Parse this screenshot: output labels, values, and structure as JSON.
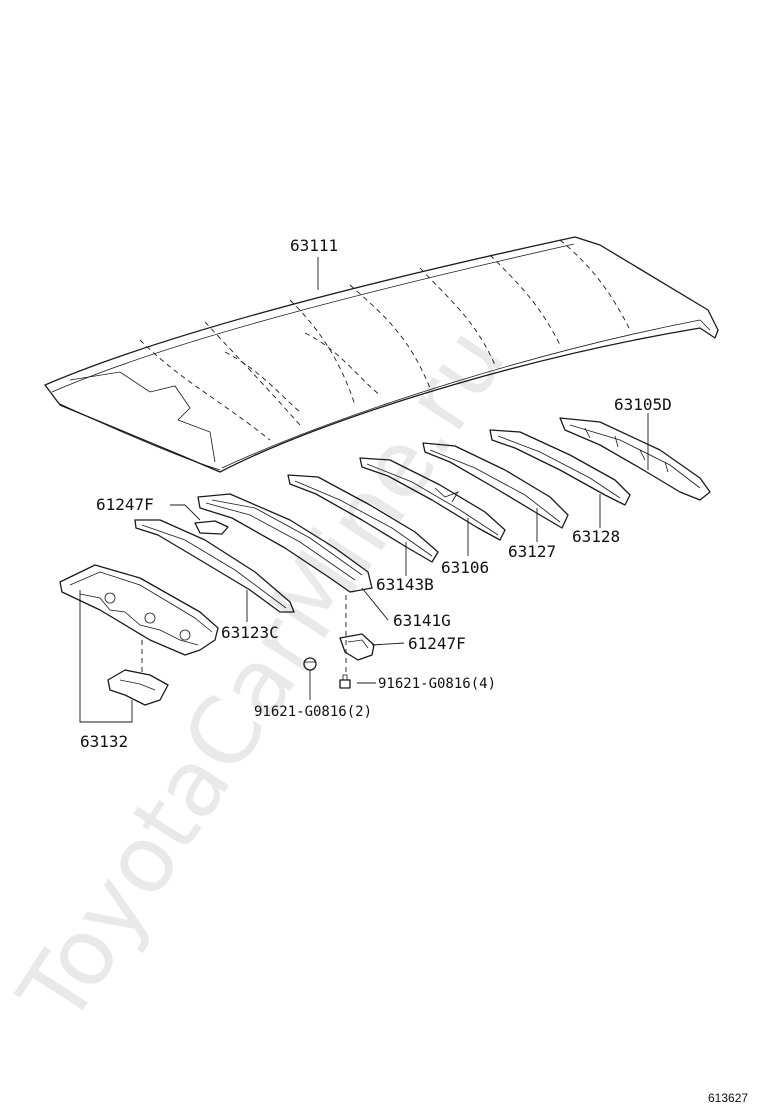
{
  "watermark": "ToyotaCarMine.ru",
  "diagram_code": "613627",
  "parts": {
    "roof_panel": "63111",
    "rear_cover": "63105D",
    "bow_63128": "63128",
    "bow_63127": "63127",
    "bow_63106": "63106",
    "bow_63143": "63143B",
    "bow_63141": "63141G",
    "bow_63123": "63123C",
    "bracket_top": "61247F",
    "bracket_bottom": "61247F",
    "bolt_right": "91621-G0816(4)",
    "bolt_left": "91621-G0816(2)",
    "front_header": "63132"
  }
}
